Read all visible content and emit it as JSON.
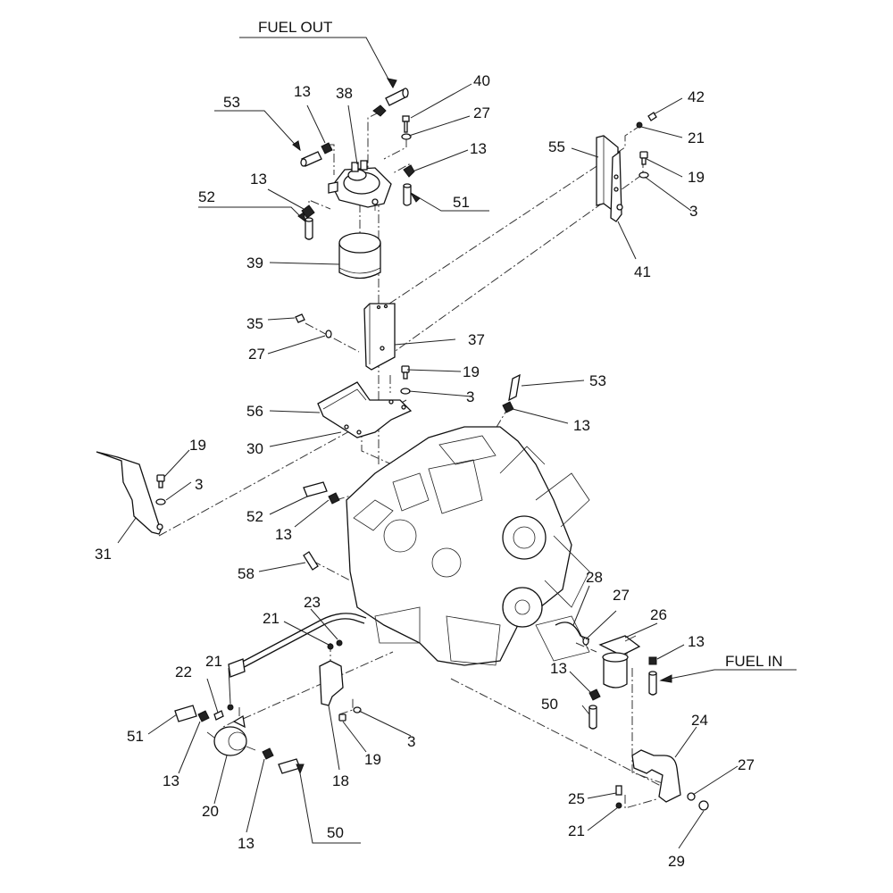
{
  "diagram": {
    "title": "Engine Fuel System Exploded View",
    "annotations": {
      "fuel_out": "FUEL OUT",
      "fuel_in": "FUEL IN"
    },
    "callouts": [
      {
        "id": "c53a",
        "text": "53"
      },
      {
        "id": "c13a",
        "text": "13"
      },
      {
        "id": "c38",
        "text": "38"
      },
      {
        "id": "c40",
        "text": "40"
      },
      {
        "id": "c27a",
        "text": "27"
      },
      {
        "id": "c13b",
        "text": "13"
      },
      {
        "id": "c51a",
        "text": "51"
      },
      {
        "id": "c13c",
        "text": "13"
      },
      {
        "id": "c52a",
        "text": "52"
      },
      {
        "id": "c39",
        "text": "39"
      },
      {
        "id": "c42",
        "text": "42"
      },
      {
        "id": "c21a",
        "text": "21"
      },
      {
        "id": "c55",
        "text": "55"
      },
      {
        "id": "c19a",
        "text": "19"
      },
      {
        "id": "c3a",
        "text": "3"
      },
      {
        "id": "c41",
        "text": "41"
      },
      {
        "id": "c35",
        "text": "35"
      },
      {
        "id": "c27b",
        "text": "27"
      },
      {
        "id": "c37",
        "text": "37"
      },
      {
        "id": "c19b",
        "text": "19"
      },
      {
        "id": "c3b",
        "text": "3"
      },
      {
        "id": "c53b",
        "text": "53"
      },
      {
        "id": "c13d",
        "text": "13"
      },
      {
        "id": "c56",
        "text": "56"
      },
      {
        "id": "c30",
        "text": "30"
      },
      {
        "id": "c19c",
        "text": "19"
      },
      {
        "id": "c3c",
        "text": "3"
      },
      {
        "id": "c31",
        "text": "31"
      },
      {
        "id": "c52b",
        "text": "52"
      },
      {
        "id": "c13e",
        "text": "13"
      },
      {
        "id": "c58",
        "text": "58"
      },
      {
        "id": "c23",
        "text": "23"
      },
      {
        "id": "c21b",
        "text": "21"
      },
      {
        "id": "c21c",
        "text": "21"
      },
      {
        "id": "c22",
        "text": "22"
      },
      {
        "id": "c51b",
        "text": "51"
      },
      {
        "id": "c13f",
        "text": "13"
      },
      {
        "id": "c20",
        "text": "20"
      },
      {
        "id": "c13g",
        "text": "13"
      },
      {
        "id": "c50a",
        "text": "50"
      },
      {
        "id": "c18",
        "text": "18"
      },
      {
        "id": "c19d",
        "text": "19"
      },
      {
        "id": "c3d",
        "text": "3"
      },
      {
        "id": "c28",
        "text": "28"
      },
      {
        "id": "c27c",
        "text": "27"
      },
      {
        "id": "c26",
        "text": "26"
      },
      {
        "id": "c13h",
        "text": "13"
      },
      {
        "id": "c13i",
        "text": "13"
      },
      {
        "id": "c50b",
        "text": "50"
      },
      {
        "id": "c24",
        "text": "24"
      },
      {
        "id": "c27d",
        "text": "27"
      },
      {
        "id": "c25",
        "text": "25"
      },
      {
        "id": "c21d",
        "text": "21"
      },
      {
        "id": "c29",
        "text": "29"
      }
    ]
  }
}
